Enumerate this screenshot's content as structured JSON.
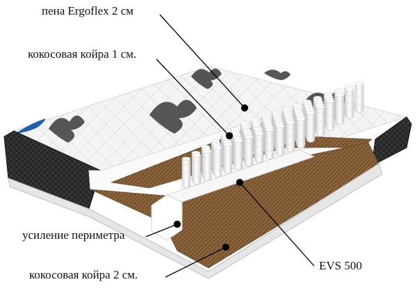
{
  "labels": {
    "foam": "пена Ergoflex 2 см",
    "coir_top": "кокосовая койра 1 см.",
    "perimeter": "усиление периметра",
    "coir_bottom": "кокосовая койра 2 см.",
    "springs": "EVS 500"
  },
  "colors": {
    "coir": "#7a5632",
    "fabric": "#f4f4f4",
    "quilt_line": "#c9c9c9",
    "side_band": "#2a2a2a",
    "pattern": "#3a3a3a",
    "foam": "#fafafa",
    "brand": "#1e5fb0"
  },
  "springs": {
    "rows": 7,
    "columns": 12
  }
}
